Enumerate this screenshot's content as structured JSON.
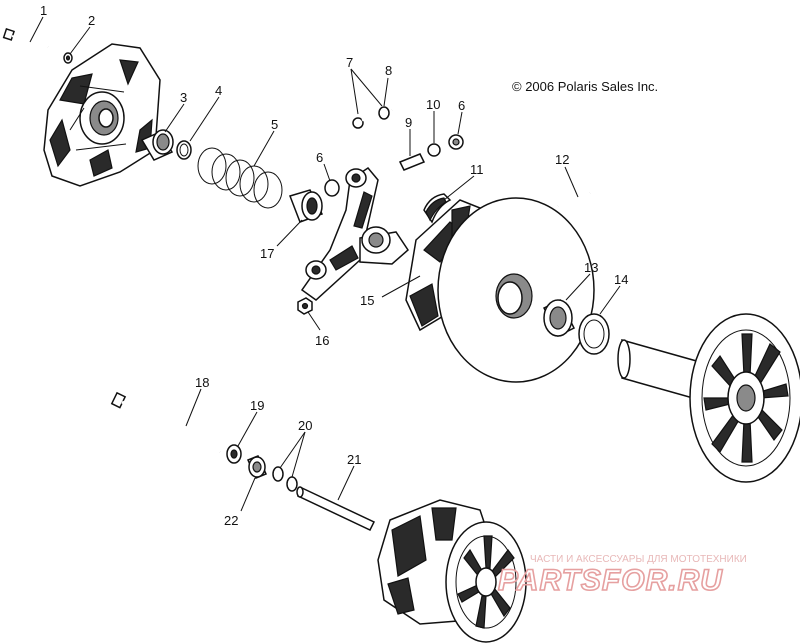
{
  "copyright": "© 2006 Polaris Sales Inc.",
  "watermark": {
    "tagline": "ЧАСТИ И АКСЕССУАРЫ ДЛЯ МОТОТЕХНИКИ",
    "brand": "PARTSFOR.RU"
  },
  "callouts": [
    {
      "id": "1",
      "text": "1"
    },
    {
      "id": "2",
      "text": "2"
    },
    {
      "id": "3",
      "text": "3"
    },
    {
      "id": "4",
      "text": "4"
    },
    {
      "id": "5",
      "text": "5"
    },
    {
      "id": "6a",
      "text": "6"
    },
    {
      "id": "6b",
      "text": "6"
    },
    {
      "id": "7",
      "text": "7"
    },
    {
      "id": "8",
      "text": "8"
    },
    {
      "id": "9",
      "text": "9"
    },
    {
      "id": "10",
      "text": "10"
    },
    {
      "id": "11",
      "text": "11"
    },
    {
      "id": "12",
      "text": "12"
    },
    {
      "id": "13",
      "text": "13"
    },
    {
      "id": "14",
      "text": "14"
    },
    {
      "id": "15",
      "text": "15"
    },
    {
      "id": "16",
      "text": "16"
    },
    {
      "id": "17",
      "text": "17"
    },
    {
      "id": "18",
      "text": "18"
    },
    {
      "id": "19",
      "text": "19"
    },
    {
      "id": "20",
      "text": "20"
    },
    {
      "id": "21",
      "text": "21"
    },
    {
      "id": "22",
      "text": "22"
    }
  ]
}
